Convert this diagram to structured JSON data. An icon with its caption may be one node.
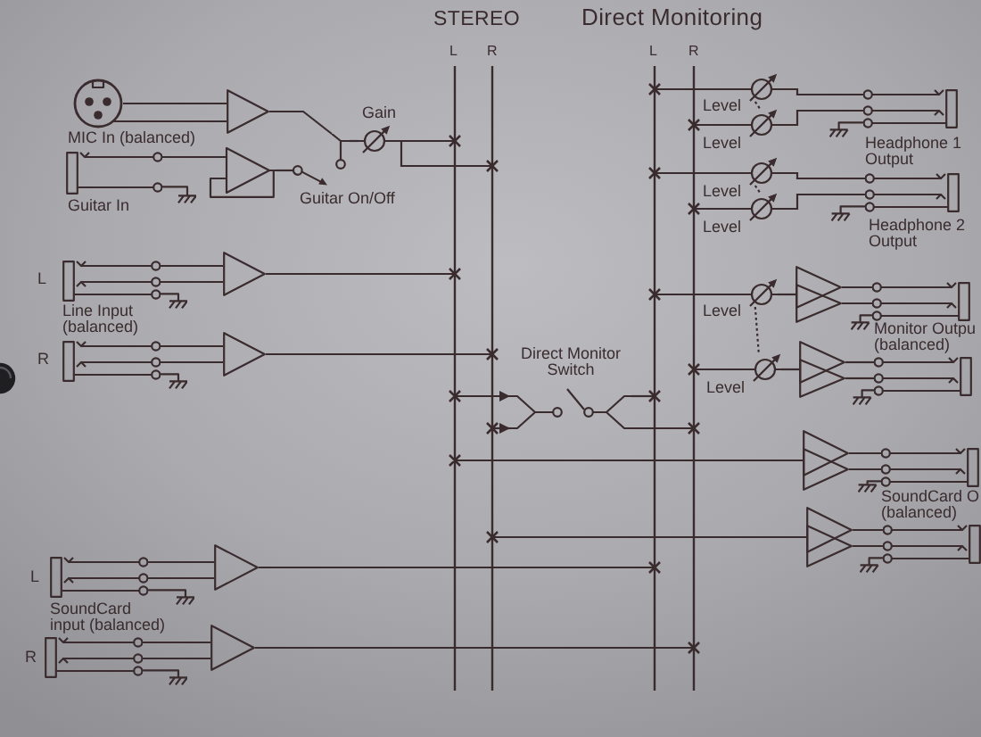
{
  "diagram": {
    "nodes": [
      {
        "text": [],
        "shape": "circle",
        "beside": [
          "MIC In (balanced)"
        ]
      },
      {
        "text": [],
        "shape": "triangle"
      },
      {
        "text": [],
        "shape": "box",
        "beside": [
          "Guitar In"
        ]
      },
      {
        "text": [],
        "shape": "triangle"
      },
      {
        "text": [],
        "shape": "switch",
        "beside": [
          "Guitar On/Off"
        ]
      },
      {
        "text": [],
        "shape": "circle",
        "beside": [
          "Gain"
        ]
      },
      {
        "text": [],
        "shape": "bar",
        "beside": [
          "L"
        ]
      },
      {
        "text": [],
        "shape": "bar",
        "beside": [
          "R"
        ]
      },
      {
        "text": [],
        "shape": "box",
        "beside": [
          "L",
          "Line Input (balanced)"
        ]
      },
      {
        "text": [],
        "shape": "triangle"
      },
      {
        "text": [],
        "shape": "box",
        "beside": [
          "R"
        ]
      },
      {
        "text": [],
        "shape": "triangle"
      },
      {
        "text": [],
        "shape": "switch",
        "beside": [
          "Direct Monitor Switch"
        ]
      },
      {
        "text": [],
        "shape": "bar",
        "beside": [
          "L"
        ]
      },
      {
        "text": [],
        "shape": "bar",
        "beside": [
          "R"
        ]
      },
      {
        "text": [],
        "shape": "circle",
        "beside": [
          "Level"
        ]
      },
      {
        "text": [],
        "shape": "circle",
        "beside": [
          "Level"
        ]
      },
      {
        "text": [],
        "shape": "box",
        "beside": [
          "Headphone 1 Output"
        ]
      },
      {
        "text": [],
        "shape": "circle",
        "beside": [
          "Level"
        ]
      },
      {
        "text": [],
        "shape": "circle",
        "beside": [
          "Level"
        ]
      },
      {
        "text": [],
        "shape": "box",
        "beside": [
          "Headphone 2 Output"
        ]
      },
      {
        "text": [],
        "shape": "circle",
        "beside": [
          "Level"
        ]
      },
      {
        "text": [],
        "shape": "triangle"
      },
      {
        "text": [],
        "shape": "circle",
        "beside": [
          "Level"
        ]
      },
      {
        "text": [],
        "shape": "triangle"
      },
      {
        "text": [],
        "shape": "box",
        "beside": [
          "Monitor Outpu (balanced)"
        ]
      },
      {
        "text": [],
        "shape": "box"
      },
      {
        "text": [],
        "shape": "triangle"
      },
      {
        "text": [],
        "shape": "box",
        "beside": [
          "SoundCard O (balanced)"
        ]
      },
      {
        "text": [],
        "shape": "triangle"
      },
      {
        "text": [],
        "shape": "box"
      },
      {
        "text": [],
        "shape": "box",
        "beside": [
          "L",
          "SoundCard input (balanced)"
        ]
      },
      {
        "text": [],
        "shape": "triangle"
      },
      {
        "text": [],
        "shape": "box",
        "beside": [
          "R"
        ]
      },
      {
        "text": [],
        "shape": "triangle"
      }
    ],
    "edges": [
      {
        "from": 0,
        "to": 1,
        "arrow": "none"
      },
      {
        "from": 0,
        "to": 1,
        "arrow": "none"
      },
      {
        "from": 1,
        "to": 4,
        "arrow": "none"
      },
      {
        "from": 2,
        "to": 3,
        "arrow": "none"
      },
      {
        "from": 3,
        "to": 4,
        "arrow": "none"
      },
      {
        "from": 4,
        "to": 5,
        "arrow": "none"
      },
      {
        "from": 5,
        "to": 6,
        "arrow": "none"
      },
      {
        "from": 5,
        "to": 7,
        "arrow": "none"
      },
      {
        "from": 8,
        "to": 9,
        "arrow": "none"
      },
      {
        "from": 8,
        "to": 9,
        "arrow": "none"
      },
      {
        "from": 9,
        "to": 6,
        "arrow": "none"
      },
      {
        "from": 10,
        "to": 11,
        "arrow": "none"
      },
      {
        "from": 10,
        "to": 11,
        "arrow": "none"
      },
      {
        "from": 11,
        "to": 7,
        "arrow": "none"
      },
      {
        "from": 6,
        "to": 12,
        "arrow": "to"
      },
      {
        "from": 7,
        "to": 12,
        "arrow": "to"
      },
      {
        "from": 12,
        "to": 13,
        "arrow": "none"
      },
      {
        "from": 12,
        "to": 14,
        "arrow": "none"
      },
      {
        "from": 27,
        "to": 6,
        "arrow": "none"
      },
      {
        "from": 29,
        "to": 7,
        "arrow": "none"
      },
      {
        "from": 15,
        "to": 13,
        "arrow": "none"
      },
      {
        "from": 16,
        "to": 14,
        "arrow": "none"
      },
      {
        "from": 15,
        "to": 17,
        "arrow": "none"
      },
      {
        "from": 16,
        "to": 17,
        "arrow": "none"
      },
      {
        "from": 15,
        "to": 16,
        "arrow": "none",
        "style": "dashed"
      },
      {
        "from": 18,
        "to": 13,
        "arrow": "none"
      },
      {
        "from": 19,
        "to": 14,
        "arrow": "none"
      },
      {
        "from": 18,
        "to": 20,
        "arrow": "none"
      },
      {
        "from": 19,
        "to": 20,
        "arrow": "none"
      },
      {
        "from": 18,
        "to": 19,
        "arrow": "none",
        "style": "dashed"
      },
      {
        "from": 21,
        "to": 13,
        "arrow": "none"
      },
      {
        "from": 21,
        "to": 22,
        "arrow": "none"
      },
      {
        "from": 22,
        "to": 25,
        "arrow": "none"
      },
      {
        "from": 22,
        "to": 25,
        "arrow": "none"
      },
      {
        "from": 23,
        "to": 14,
        "arrow": "none"
      },
      {
        "from": 23,
        "to": 24,
        "arrow": "none"
      },
      {
        "from": 24,
        "to": 26,
        "arrow": "none"
      },
      {
        "from": 24,
        "to": 26,
        "arrow": "none"
      },
      {
        "from": 21,
        "to": 23,
        "arrow": "none",
        "style": "dashed"
      },
      {
        "from": 27,
        "to": 28,
        "arrow": "none"
      },
      {
        "from": 27,
        "to": 28,
        "arrow": "none"
      },
      {
        "from": 29,
        "to": 30,
        "arrow": "none"
      },
      {
        "from": 29,
        "to": 30,
        "arrow": "none"
      },
      {
        "from": 31,
        "to": 32,
        "arrow": "none"
      },
      {
        "from": 31,
        "to": 32,
        "arrow": "none"
      },
      {
        "from": 32,
        "to": 13,
        "arrow": "none"
      },
      {
        "from": 33,
        "to": 34,
        "arrow": "none"
      },
      {
        "from": 33,
        "to": 34,
        "arrow": "none"
      },
      {
        "from": 34,
        "to": 14,
        "arrow": "none"
      }
    ],
    "labels": [
      "STEREO",
      "Direct Monitoring"
    ]
  }
}
